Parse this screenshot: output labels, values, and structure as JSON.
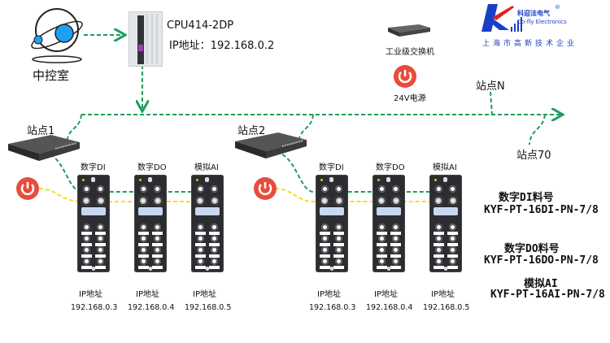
{
  "control_room": {
    "label": "中控室",
    "icon": "globe-orbit-icon"
  },
  "cpu": {
    "model": "CPU414-2DP",
    "ip_label": "IP地址：192.168.0.2"
  },
  "legend": {
    "switch_label": "工业级交换机",
    "power_label": "24V电源"
  },
  "logo": {
    "company_cn": "科迎法电气",
    "company_en": "Co-fly Electronics",
    "registered": "®",
    "tagline": "上海市高新技术企业",
    "brand_color": "#1a3fc7",
    "accent_color": "#e02020"
  },
  "stations": [
    {
      "name": "站点1",
      "modules": [
        {
          "type": "数字DI",
          "ip_label": "IP地址",
          "ip": "192.168.0.3"
        },
        {
          "type": "数字DO",
          "ip_label": "IP地址",
          "ip": "192.168.0.4"
        },
        {
          "type": "模拟AI",
          "ip_label": "IP地址",
          "ip": "192.168.0.5"
        }
      ]
    },
    {
      "name": "站点2",
      "modules": [
        {
          "type": "数字DI",
          "ip_label": "IP地址",
          "ip": "192.168.0.3"
        },
        {
          "type": "数字DO",
          "ip_label": "IP地址",
          "ip": "192.168.0.4"
        },
        {
          "type": "模拟AI",
          "ip_label": "IP地址",
          "ip": "192.168.0.5"
        }
      ]
    }
  ],
  "extra_stations": {
    "n": "站点N",
    "s70": "站点70"
  },
  "part_numbers": [
    {
      "title": "数字DI料号",
      "code": "KYF-PT-16DI-PN-7/8"
    },
    {
      "title": "数字DO料号",
      "code": "KYF-PT-16DO-PN-7/8"
    },
    {
      "title": "模拟AI",
      "code": "KYF-PT-16AI-PN-7/8"
    }
  ],
  "colors": {
    "network_line": "#1e9e5a",
    "power_line": "#f0e020",
    "power_button": "#e74c3c"
  }
}
